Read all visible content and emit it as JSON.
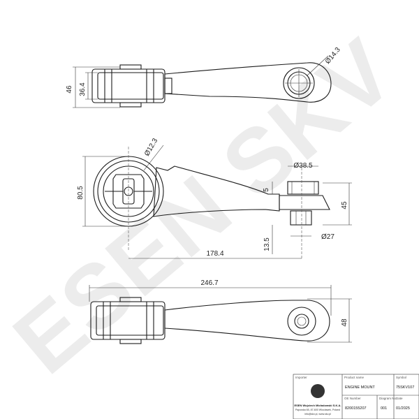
{
  "watermark": {
    "text": "ESEN SKV",
    "color": "#e6e6e6"
  },
  "dimensions": {
    "top_view": {
      "height_outer": "46",
      "height_inner": "36.4",
      "eye_diameter": "Ø14.3"
    },
    "side_view": {
      "bush_diameter": "Ø12.3",
      "height": "80.5",
      "length_to_bolt": "178.4",
      "flange_diameter": "Ø38.5",
      "step": "5",
      "foot_height": "45",
      "stud_height": "13.5",
      "stud_diameter": "Ø27"
    },
    "bottom_view": {
      "overall_length": "246.7",
      "height": "48"
    }
  },
  "title_block": {
    "importer_label": "Importer",
    "company_name": "ESEN Wojciech Michalowski S.K.A.",
    "company_address": "Papowka 65, 87-600 Wloclawek, Poland",
    "company_contact": "info@skv.pl, www.skv.pl",
    "product_name_label": "Product name",
    "product_name": "ENGINE MOUNT",
    "symbol_label": "Symbol",
    "symbol": "75SKV107",
    "oe_number_label": "OE Number",
    "oe_number": "8200155207",
    "diagram_no_label": "Diagram No.",
    "diagram_no": "001",
    "date_label": "Date",
    "date": "01/2025"
  }
}
